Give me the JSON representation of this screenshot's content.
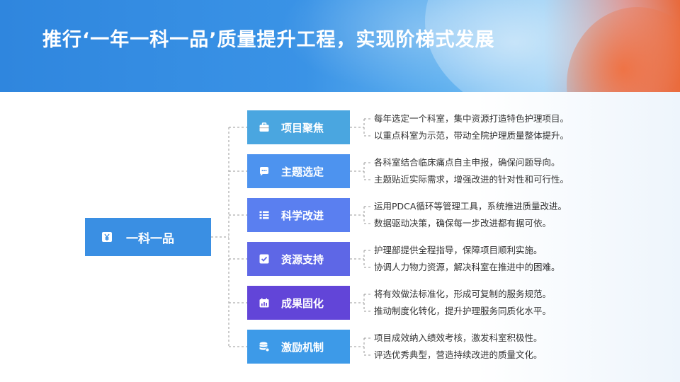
{
  "title": "推行‘一年一科一品’质量提升工程，实现阶梯式发展",
  "root": {
    "label": "一科一品",
    "icon": "yen-tag-icon"
  },
  "colors": {
    "root": "#3a8fe3",
    "connector": "#9a9a9a"
  },
  "nodes": [
    {
      "label": "项目聚焦",
      "icon": "briefcase-icon",
      "color": "#4aa6e0",
      "lines": [
        "每年选定一个科室，集中资源打造特色护理项目。",
        "以重点科室为示范，带动全院护理质量整体提升。"
      ]
    },
    {
      "label": "主题选定",
      "icon": "chat-bubble-icon",
      "color": "#4d93ef",
      "lines": [
        "各科室结合临床痛点自主申报，确保问题导向。",
        "主题贴近实际需求，增强改进的针对性和可行性。"
      ]
    },
    {
      "label": "科学改进",
      "icon": "list-icon",
      "color": "#5a7ff0",
      "lines": [
        "运用PDCA循环等管理工具，系统推进质量改进。",
        "数据驱动决策，确保每一步改进都有据可依。"
      ]
    },
    {
      "label": "资源支持",
      "icon": "checkbox-icon",
      "color": "#5e67e6",
      "lines": [
        "护理部提供全程指导，保障项目顺利实施。",
        "协调人力物力资源，解决科室在推进中的困难。"
      ]
    },
    {
      "label": "成果固化",
      "icon": "calendar-chart-icon",
      "color": "#6245d8",
      "lines": [
        "将有效做法标准化，形成可复制的服务规范。",
        "推动制度化转化，提升护理服务同质化水平。"
      ]
    },
    {
      "label": "激励机制",
      "icon": "database-icon",
      "color": "#3d9ae8",
      "lines": [
        "项目成效纳入绩效考核，激发科室积极性。",
        "评选优秀典型，营造持续改进的质量文化。"
      ]
    }
  ]
}
